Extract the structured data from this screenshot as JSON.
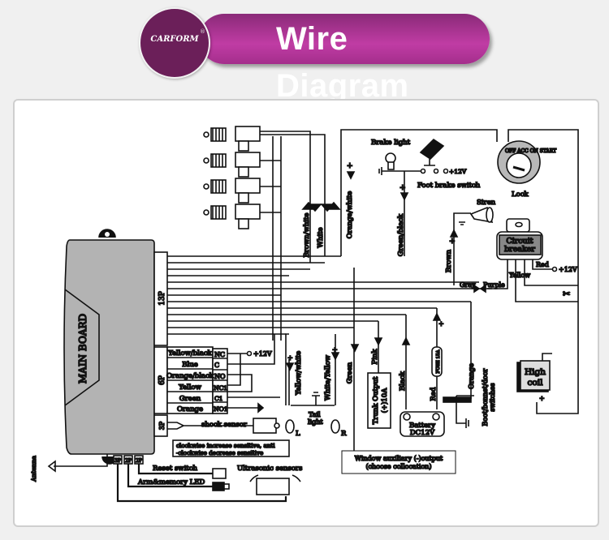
{
  "header": {
    "logo_text": "ARFORM",
    "logo_initial": "C",
    "logo_mark": "®",
    "title": "Wire Diagram",
    "brand_colors": {
      "pill": "#c03ca4",
      "logo": "#6b1f59"
    }
  },
  "main_board": {
    "label": "MAIN BOARD",
    "connectors": {
      "p13": "13P",
      "p6": "6P",
      "p3": "3P",
      "bottom": [
        "3P",
        "2P",
        "2P"
      ]
    }
  },
  "relay_block": {
    "wires": [
      "Yellow/black",
      "Blue",
      "Orange/black",
      "Yellow",
      "Green",
      "Orange"
    ],
    "terminals": [
      "NC",
      "C",
      "NO",
      "NC1",
      "C1",
      "NO1"
    ],
    "supply": "+12V"
  },
  "door_locks": {
    "count": 4,
    "wires": [
      "Brown/white",
      "White"
    ]
  },
  "brake": {
    "light_label": "Brake light",
    "switch_label": "Foot brake switch",
    "supply": "+12V",
    "wire": "Green/black",
    "plus": "+"
  },
  "ignition": {
    "wire": "Orange/white",
    "lock_label": "Lock",
    "positions": [
      "OFF",
      "ACC",
      "ON",
      "START"
    ]
  },
  "siren": {
    "label": "Siren",
    "wire": "Brown"
  },
  "circuit_breaker": {
    "label_line1": "Circuit",
    "label_line2": "breaker",
    "wires": [
      "Gray",
      "Purple",
      "Yellow",
      "Red"
    ],
    "supply": "+12V"
  },
  "tail_lights": {
    "wires": [
      "Yellow/white",
      "White/Yellow"
    ],
    "label_line1": "Tail",
    "label_line2": "light",
    "left": "L",
    "right": "R"
  },
  "window": {
    "wire": "Green",
    "label_line1": "Window auxiliary (-)output",
    "label_line2": "(choose collocation)"
  },
  "trunk": {
    "wire": "Pink",
    "label_line1": "Trunk Output",
    "label_line2": "(+)10A"
  },
  "battery": {
    "label_line1": "Battery",
    "label_line2": "DC12V",
    "wires": [
      "Black",
      "Red"
    ],
    "fuse": "FUSE 15A"
  },
  "door_switch": {
    "wire": "Orange",
    "label_line1": "Boot/bonnet/door",
    "label_line2": "switches"
  },
  "coil": {
    "label_line1": "High",
    "label_line2": "coil"
  },
  "shock_sensor": {
    "label": "shock sensor",
    "note_line1": "clockwise increase sensitive, anti",
    "note_line2": "-clockwise decrease sensitive"
  },
  "bottom": {
    "reset_switch": "Reset switch",
    "arm_led": "Arm&memory LED",
    "ultrasonic": "Ultrasonic sensors",
    "antenna": "Antenna"
  }
}
